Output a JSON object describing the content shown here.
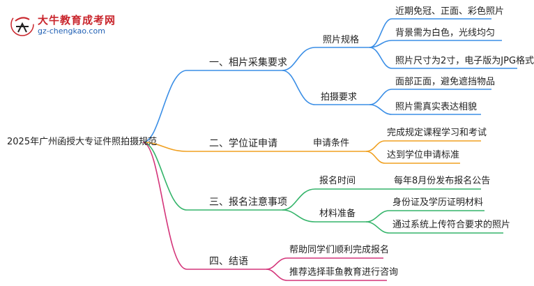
{
  "logo": {
    "name": "大牛教育成考网",
    "url": "gz-chengkao.com",
    "mark_text": "大牛"
  },
  "root": "2025年广州函授大专证件照拍摄规范",
  "branches": [
    {
      "label": "一、相片采集要求",
      "groups": [
        {
          "label": "照片规格",
          "items": [
            "近期免冠、正面、彩色照片",
            "背景需为白色，光线均匀",
            "照片尺寸为2寸，电子版为JPG格式"
          ]
        },
        {
          "label": "拍摄要求",
          "items": [
            "面部正面，避免遮挡物品",
            "照片需真实表达相貌"
          ]
        }
      ]
    },
    {
      "label": "二、学位证申请",
      "groups": [
        {
          "label": "申请条件",
          "items": [
            "完成规定课程学习和考试",
            "达到学位申请标准"
          ]
        }
      ]
    },
    {
      "label": "三、报名注意事项",
      "groups": [
        {
          "label": "报名时间",
          "items": [
            "每年8月份发布报名公告"
          ]
        },
        {
          "label": "材料准备",
          "items": [
            "身份证及学历证明材料",
            "通过系统上传符合要求的照片"
          ]
        }
      ]
    },
    {
      "label": "四、结语",
      "items": [
        "帮助同学们顺利完成报名",
        "推荐选择菲鱼教育进行咨询"
      ]
    }
  ],
  "colors": {
    "branch1": "#3a8ee6",
    "branch2": "#f0a020",
    "branch3": "#34b46a",
    "branch4": "#d4357a"
  }
}
